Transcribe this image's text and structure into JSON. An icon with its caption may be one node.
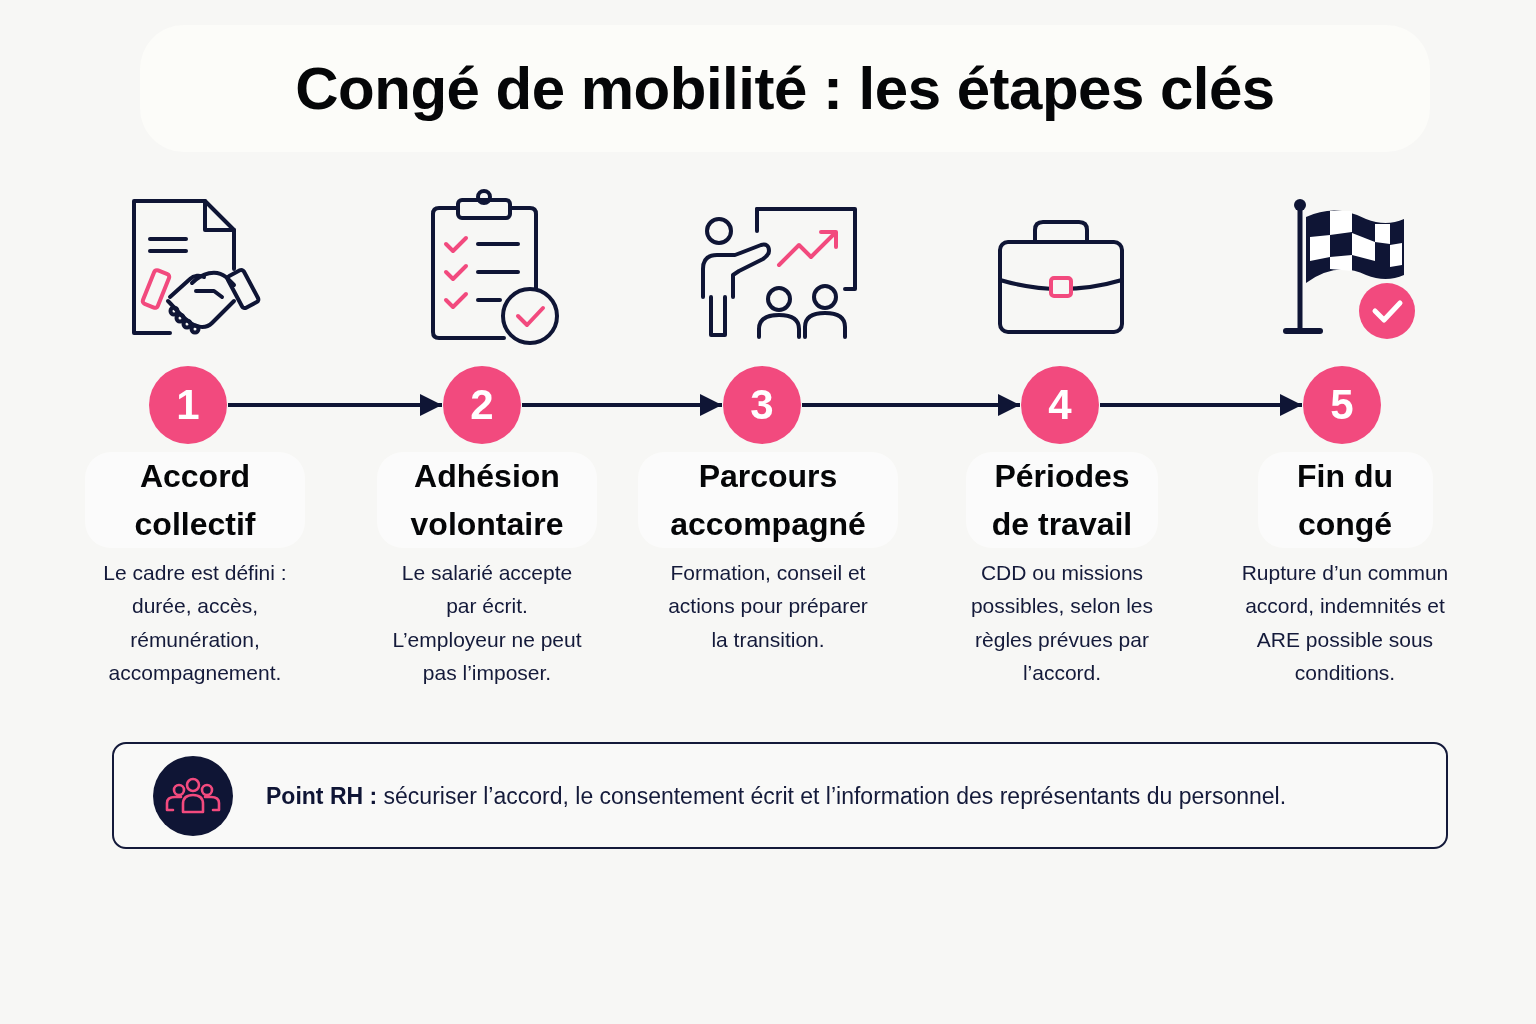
{
  "diagram": {
    "title": "Congé de mobilité : les étapes clés",
    "nodes": [
      {
        "text": [
          "1"
        ],
        "beside": [
          "Accord collectif",
          "Le cadre est défini : durée, accès, rémunération, accompagnement."
        ]
      },
      {
        "text": [
          "2"
        ],
        "beside": [
          "Adhésion volontaire",
          "Le salarié accepte par écrit. L’employeur ne peut pas l’imposer."
        ]
      },
      {
        "text": [
          "3"
        ],
        "beside": [
          "Parcours accompagné",
          "Formation, conseil et actions pour préparer la transition."
        ]
      },
      {
        "text": [
          "4"
        ],
        "beside": [
          "Périodes de travail",
          "CDD ou missions possibles, selon les règles prévues par l’accord."
        ]
      },
      {
        "text": [
          "5"
        ],
        "beside": [
          "Fin du congé",
          "Rupture d’un commun accord, indemnités et ARE possible sous conditions."
        ]
      },
      {
        "text": [
          "**Point RH :** sécuriser l’accord, le consentement écrit et l’information des représentants du personnel."
        ]
      }
    ],
    "edges": [
      {
        "from": 0,
        "to": 1,
        "arrow": "to"
      },
      {
        "from": 1,
        "to": 2,
        "arrow": "to"
      },
      {
        "from": 2,
        "to": 3,
        "arrow": "to"
      },
      {
        "from": 3,
        "to": 4,
        "arrow": "to"
      }
    ]
  }
}
